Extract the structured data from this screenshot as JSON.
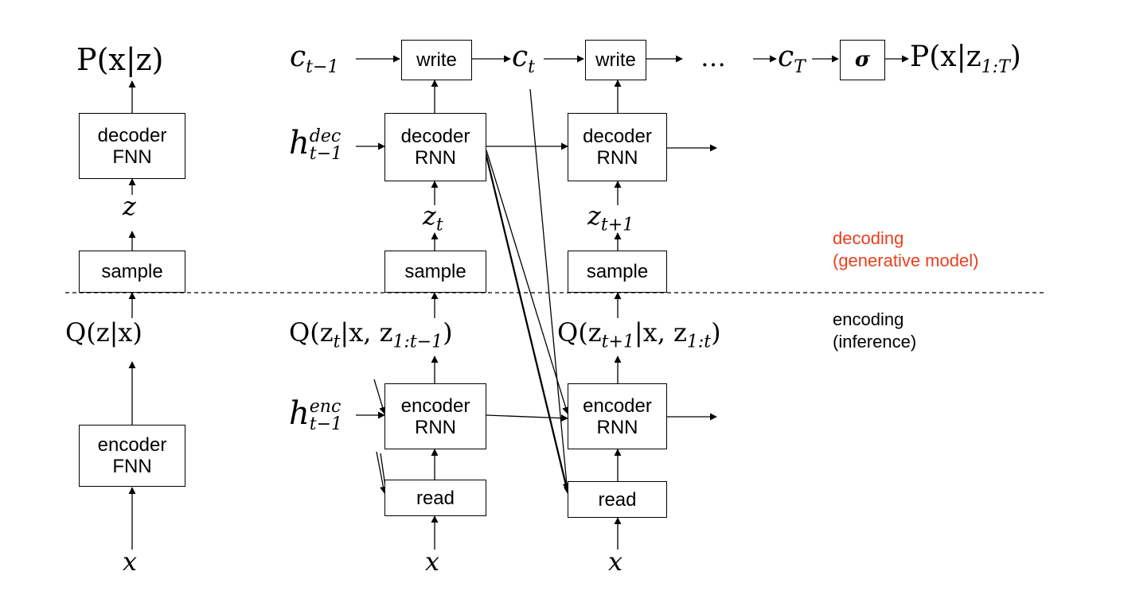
{
  "colors": {
    "decoding_label": "#e8401f",
    "encoding_label": "#000000"
  },
  "labels": {
    "write": "write",
    "decoder": "decoder",
    "encoder": "encoder",
    "fnn": "FNN",
    "rnn": "RNN",
    "sample": "sample",
    "read": "read",
    "sigma": "σ"
  },
  "math": {
    "p_x_given_z": "P(x|z)",
    "z": "z",
    "q_z_given_x": "Q(z|x)",
    "x": "x",
    "c": "c",
    "sub_t_minus_1": "t−1",
    "sub_t": "t",
    "sub_T": "T",
    "ellipsis": "…",
    "p_final_prefix": "P(x|z",
    "sub_1_T": "1:T",
    "close_paren": ")",
    "h": "h",
    "sup_dec": "dec",
    "sup_enc": "enc",
    "sub_t_plus_1": "t+1",
    "q_t_prefix": "Q(z",
    "q_t_mid": "|x, z",
    "sub_1_t_minus_1": "1:t−1",
    "sub_1_t": "1:t"
  },
  "annotations": {
    "decoding_line1": "decoding",
    "decoding_line2": "(generative model)",
    "encoding_line1": "encoding",
    "encoding_line2": "(inference)"
  }
}
